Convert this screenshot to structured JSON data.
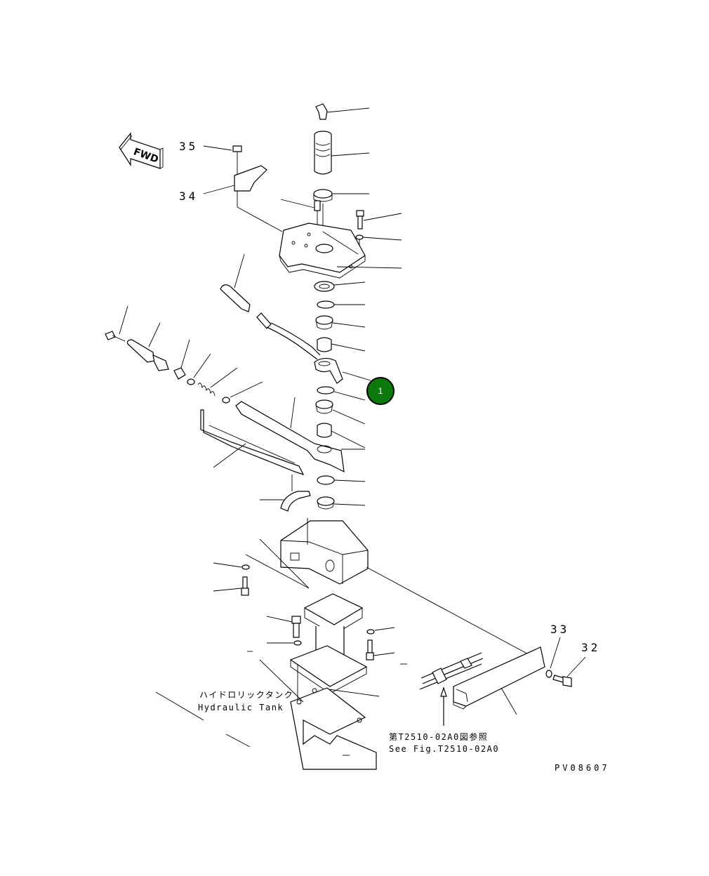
{
  "diagram": {
    "drawing_code": "PV08607",
    "orientation_arrow": "FWD",
    "part_labels": [
      "35",
      "34",
      "33",
      "32"
    ],
    "hydraulic_tank_label_jp": "ハイドロリックタンク",
    "hydraulic_tank_label_en": "Hydraulic Tank",
    "reference_jp": "第T2510-02A0図参照",
    "reference_en": "See Fig.T2510-02A0",
    "highlight_callout": {
      "number": "1",
      "color": "#0a7a0a"
    }
  }
}
